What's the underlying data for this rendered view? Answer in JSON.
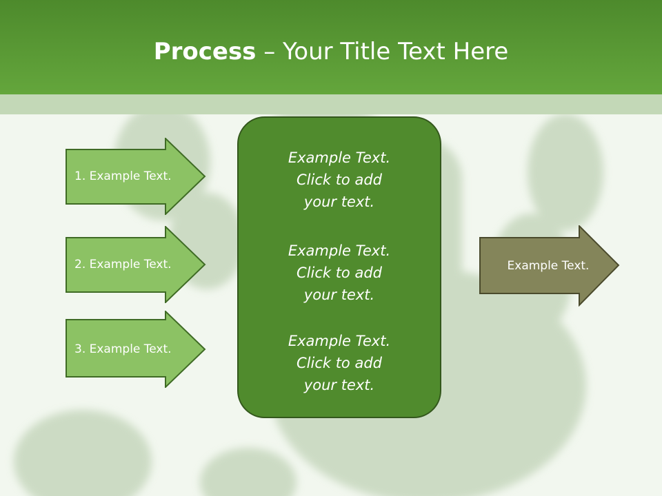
{
  "slide": {
    "title_bold": "Process",
    "title_rest": " – Your Title Text Here"
  },
  "left_arrows": [
    {
      "label": "1. Example Text."
    },
    {
      "label": "2. Example Text."
    },
    {
      "label": "3. Example Text."
    }
  ],
  "center_box": {
    "blocks": [
      {
        "line1": "Example Text.",
        "line2": "Click  to add",
        "line3": "your text."
      },
      {
        "line1": "Example Text.",
        "line2": "Click  to add",
        "line3": "your text."
      },
      {
        "line1": "Example Text.",
        "line2": "Click  to add",
        "line3": "your text."
      }
    ]
  },
  "right_arrow": {
    "label": "Example Text."
  },
  "colors": {
    "header": "#5a9b34",
    "left_arrow_fill": "#8cc264",
    "left_arrow_stroke": "#3f6b25",
    "center_fill": "#508b2d",
    "right_arrow_fill": "#84855a"
  },
  "background_image": "grass-hand-icon"
}
